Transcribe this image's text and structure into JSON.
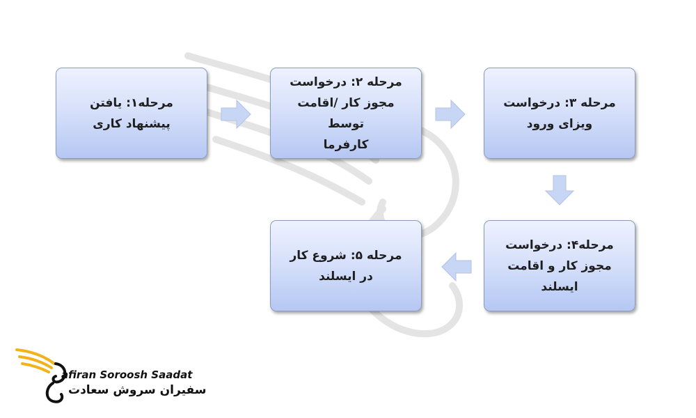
{
  "steps": [
    {
      "lines": [
        "مرحله۱: یافتن",
        "پیشنهاد کاری"
      ]
    },
    {
      "lines": [
        "مرحله ۲: درخواست",
        "مجوز کار /اقامت توسط",
        "کارفرما"
      ]
    },
    {
      "lines": [
        "مرحله ۳: درخواست",
        "ویزای ورود"
      ]
    },
    {
      "lines": [
        "مرحله۴: درخواست",
        "مجوز کار و اقامت",
        "ایسلند"
      ]
    },
    {
      "lines": [
        "مرحله ۵: شروع کار",
        "در ایسلند"
      ]
    }
  ],
  "logo": {
    "name_latin": "afiran Soroosh Saadat",
    "name_persian": "سفیران سروش سعادت"
  },
  "colors": {
    "box_top": "#eef2ff",
    "box_bottom": "#b5c7f3",
    "arrow_fill": "#c8d6f5",
    "logo_gold": "#f2b21a"
  }
}
